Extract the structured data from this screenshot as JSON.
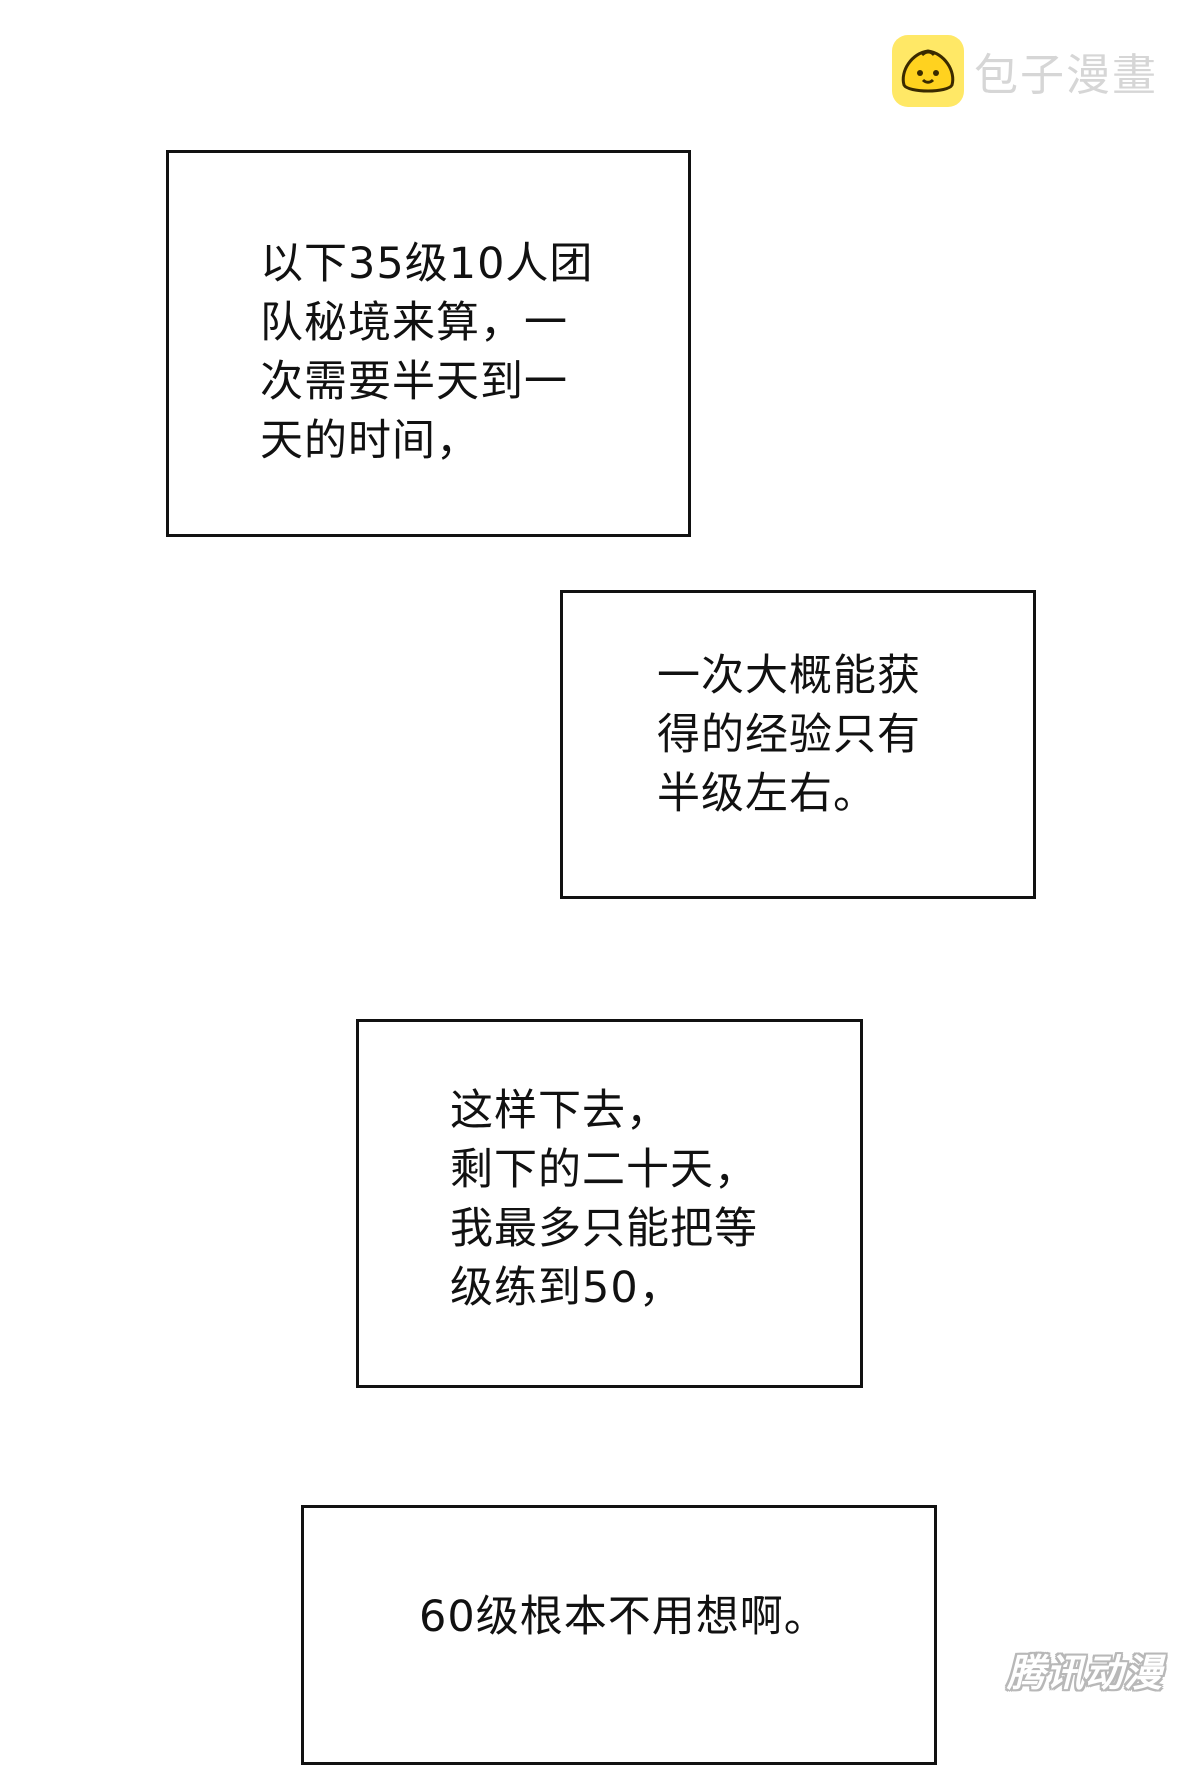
{
  "watermark": {
    "text": "包子漫畫",
    "logo_color": "#ffe866",
    "text_color": "#d6d6d6",
    "icon": "bun-face-icon"
  },
  "captions": [
    {
      "lines": [
        "以下35级10人团",
        "队秘境来算，一",
        "次需要半天到一",
        "天的时间，"
      ]
    },
    {
      "lines": [
        "一次大概能获",
        "得的经验只有",
        "半级左右。"
      ]
    },
    {
      "lines": [
        "这样下去，",
        "剩下的二十天，",
        "我最多只能把等",
        "级练到50，"
      ]
    },
    {
      "lines": [
        "60级根本不用想啊。"
      ]
    }
  ],
  "bottom_watermark": {
    "text": "腾讯动漫"
  }
}
